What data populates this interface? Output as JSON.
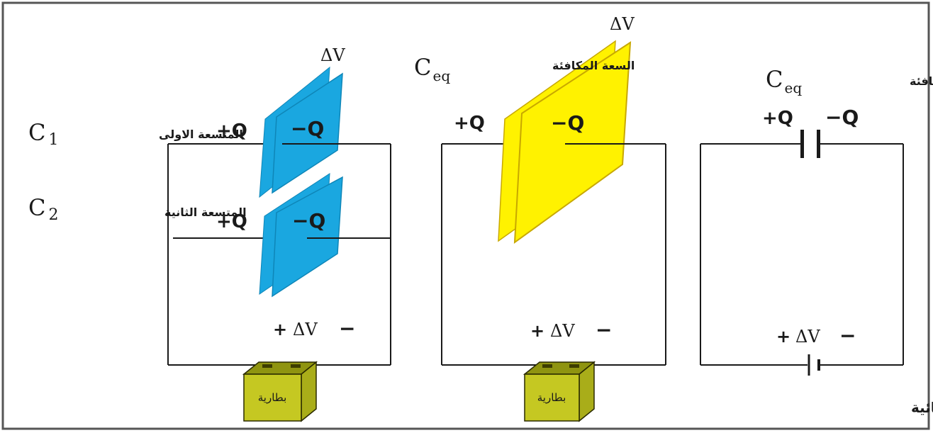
{
  "panel_left": {
    "c1_symbol": "C",
    "c1_subscript": "1",
    "c1_label": "المتسعة الاولى",
    "c2_symbol": "C",
    "c2_subscript": "2",
    "c2_label": "المتسعة الثانية",
    "plus_q": "+Q",
    "minus_q": "−Q",
    "delta_v": "ΔV",
    "battery_plus": "+",
    "battery_dv": "ΔV",
    "battery_minus": "−",
    "battery_label": "بطارية"
  },
  "panel_middle": {
    "ceq_symbol": "C",
    "ceq_subscript": "eq",
    "ceq_label": "السعة المكافئة",
    "plus_q": "+Q",
    "minus_q": "−Q",
    "delta_v": "ΔV",
    "battery_plus": "+",
    "battery_dv": "ΔV",
    "battery_minus": "−",
    "battery_label": "بطارية"
  },
  "panel_right": {
    "ceq_symbol": "C",
    "ceq_subscript": "eq",
    "ceq_label": "السعة المكافئة",
    "plus_q": "+Q",
    "minus_q": "−Q",
    "battery_plus": "+",
    "battery_dv": "ΔV",
    "battery_minus": "−",
    "caption": "مخطط الدائرة الكهربائية"
  },
  "colors": {
    "plate_blue": "#1aa7e0",
    "plate_blue_dark": "#0e86b8",
    "plate_yellow": "#fff200",
    "plate_yellow_edge": "#c8a800",
    "battery_front": "#c5c822",
    "battery_top": "#8f9410",
    "battery_side": "#a9ad19",
    "wire": "#1a1a1a"
  }
}
